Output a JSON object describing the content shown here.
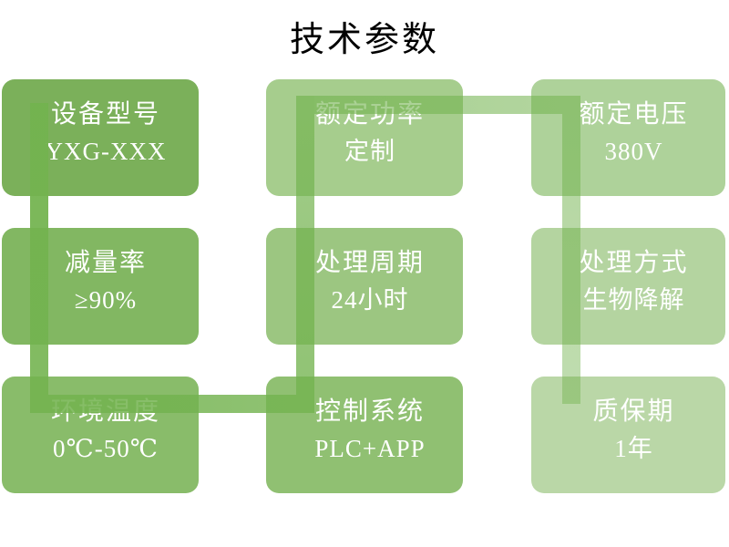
{
  "title": "技术参数",
  "theme": {
    "background": "#FFFFFF",
    "title_color": "#000000",
    "box_text_color": "#FFFFFF",
    "connector_base_color": "#73B34F"
  },
  "boxes": [
    {
      "label": "设备型号",
      "value": "YXG-XXX",
      "color": "#7BB05A"
    },
    {
      "label": "额定功率",
      "value": "定制",
      "color": "#A6CD8D"
    },
    {
      "label": "额定电压",
      "value": "380V",
      "color": "#AED29A"
    },
    {
      "label": "减量率",
      "value": "≥90%",
      "color": "#82B762"
    },
    {
      "label": "处理周期",
      "value": "24小时",
      "color": "#9CC681"
    },
    {
      "label": "处理方式",
      "value": "生物降解",
      "color": "#B4D4A0"
    },
    {
      "label": "环境温度",
      "value": "0℃-50℃",
      "color": "#89BC6A"
    },
    {
      "label": "控制系统",
      "value": "PLC+APP",
      "color": "#90C072"
    },
    {
      "label": "质保期",
      "value": "1年",
      "color": "#BAD7A7"
    }
  ],
  "connector": {
    "segments": [
      {
        "name": "down-column-1",
        "css": "linear-gradient(180deg, rgba(115,179,79,0.97) 0%, rgba(115,179,79,0.88) 100%)"
      },
      {
        "name": "right-bottom-row",
        "css": "linear-gradient(90deg, rgba(115,179,79,0.88) 0%, rgba(115,179,79,0.80) 100%)"
      },
      {
        "name": "up-column-2",
        "css": "linear-gradient(0deg, rgba(115,179,79,0.80) 0%, rgba(115,179,79,0.66) 100%)"
      },
      {
        "name": "right-top-row",
        "css": "linear-gradient(90deg, rgba(115,179,79,0.62) 0%, rgba(115,179,79,0.55) 100%)"
      },
      {
        "name": "down-column-3",
        "css": "linear-gradient(180deg, rgba(115,179,79,0.55) 0%, rgba(115,179,79,0.45) 100%)"
      }
    ]
  }
}
